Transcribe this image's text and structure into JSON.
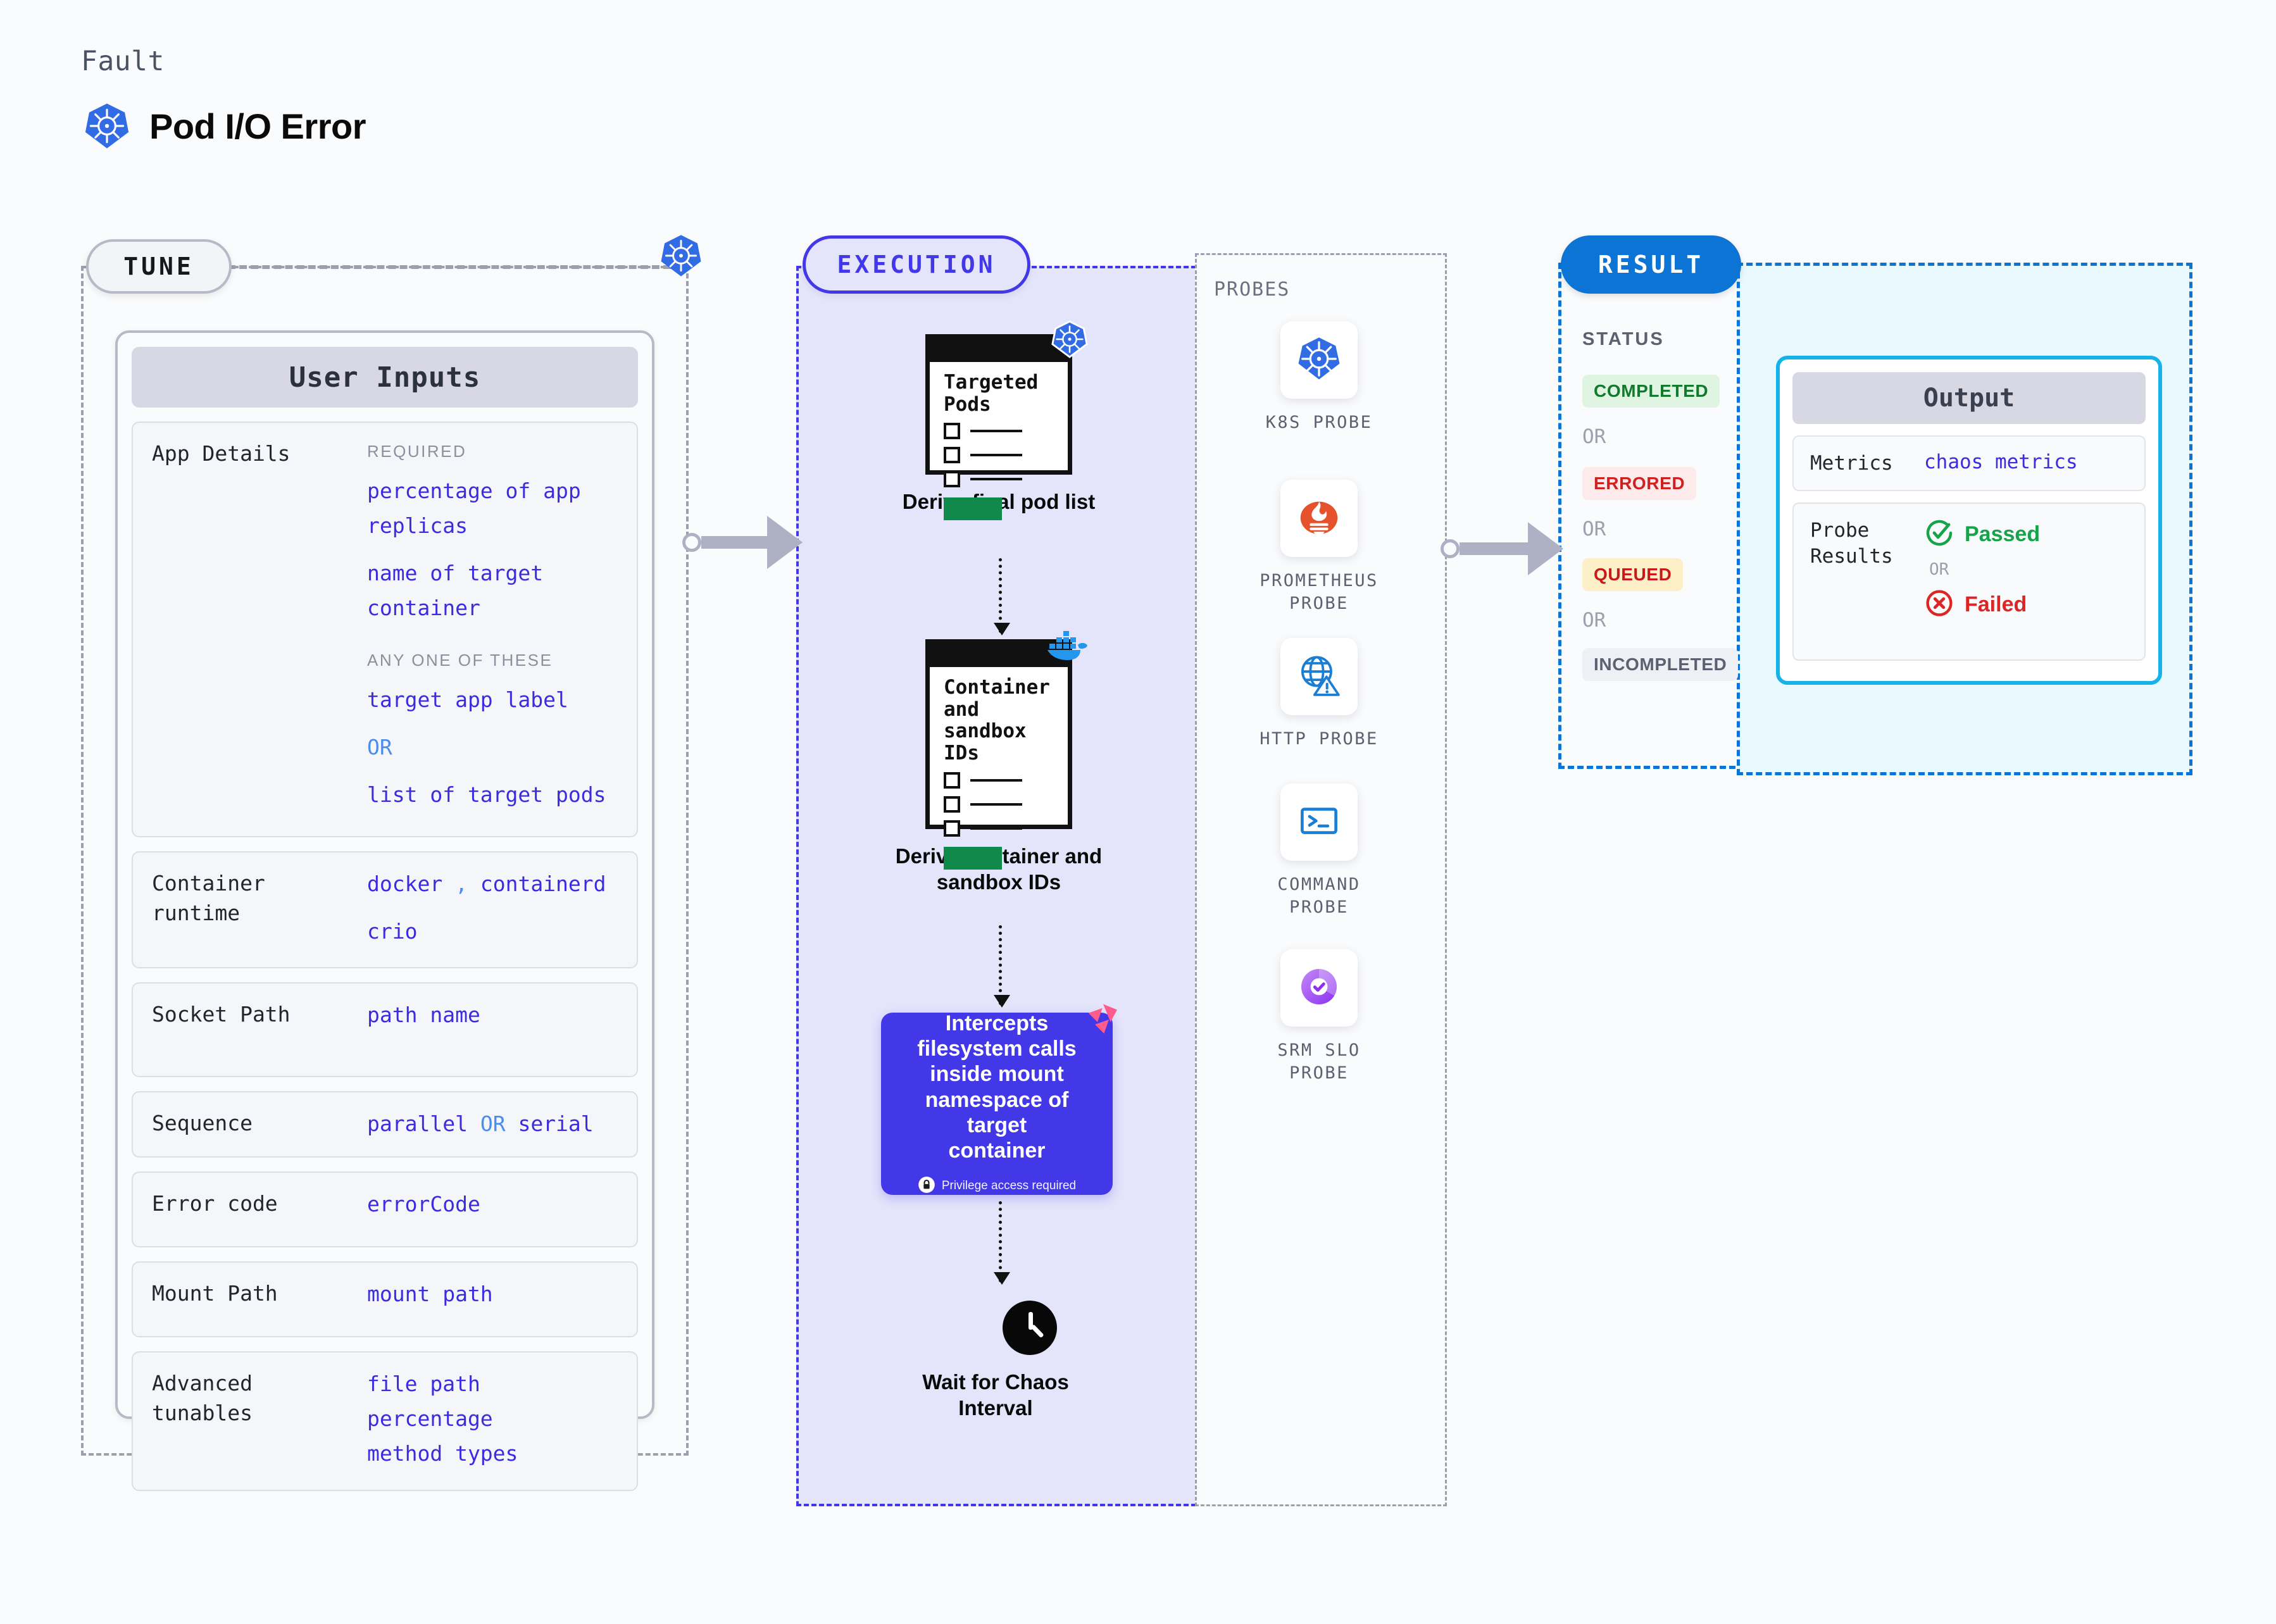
{
  "header": {
    "kicker": "Fault",
    "title": "Pod I/O Error",
    "icon": "kubernetes-icon"
  },
  "sections": {
    "tune": {
      "pill_label": "TUNE"
    },
    "execution": {
      "pill_label": "EXECUTION"
    },
    "probes": {
      "title": "PROBES"
    },
    "result": {
      "pill_label": "RESULT"
    }
  },
  "user_inputs": {
    "card_title": "User Inputs",
    "rows": [
      {
        "key": "App Details",
        "groups": [
          {
            "caption": "REQUIRED",
            "values": [
              "percentage of app replicas",
              "name of target container"
            ]
          },
          {
            "caption": "ANY ONE OF THESE",
            "values": [
              "target app label",
              "OR",
              "list of target pods"
            ]
          }
        ]
      },
      {
        "key": "Container runtime",
        "values": [
          "docker , containerd",
          "crio"
        ]
      },
      {
        "key": "Socket Path",
        "values": [
          "path name"
        ]
      },
      {
        "key": "Sequence",
        "values": [
          "parallel OR serial"
        ]
      },
      {
        "key": "Error code",
        "values": [
          "errorCode"
        ]
      },
      {
        "key": "Mount Path",
        "values": [
          "mount path"
        ]
      },
      {
        "key": "Advanced tunables",
        "values": [
          "file path",
          "percentage",
          "method types"
        ]
      }
    ],
    "app_details_key": "App Details",
    "required_caption": "REQUIRED",
    "required_1": "percentage of app",
    "required_1b": "replicas",
    "required_2": "name of target",
    "required_2b": "container",
    "anyone_caption": "ANY ONE OF THESE",
    "anyone_1": "target app label",
    "anyone_or": "OR",
    "anyone_2": "list of target pods",
    "runtime_key": "Container runtime",
    "runtime_v1a": "docker",
    "runtime_comma": ",",
    "runtime_v1b": "containerd",
    "runtime_v2": "crio",
    "socket_key": "Socket Path",
    "socket_val": "path name",
    "sequence_key": "Sequence",
    "sequence_a": "parallel",
    "sequence_or": "OR",
    "sequence_b": "serial",
    "errorcode_key": "Error code",
    "errorcode_val": "errorCode",
    "mountpath_key": "Mount Path",
    "mountpath_val": "mount path",
    "advanced_key": "Advanced tunables",
    "advanced_1": "file path",
    "advanced_2": "percentage",
    "advanced_3": "method types"
  },
  "execution_flow": {
    "step1": {
      "card_title_line1": "Targeted",
      "card_title_line2": "Pods",
      "label": "Derive final pod list",
      "badge_icon": "kubernetes-icon"
    },
    "step2": {
      "card_title_line1": "Container",
      "card_title_line2": "and",
      "card_title_line3": "sandbox",
      "card_title_line4": "IDs",
      "label_line1": "Derive container and",
      "label_line2": "sandbox IDs",
      "badge_icon": "docker-icon"
    },
    "step3": {
      "text_line1": "Intercepts",
      "text_line2": "filesystem calls",
      "text_line3": "inside mount",
      "text_line4": "namespace of target",
      "text_line5": "container",
      "privilege_note": "Privilege access required",
      "privilege_icon": "lock-icon",
      "corner_icon": "litmus-icon"
    },
    "step4": {
      "icon": "clock-icon",
      "label_line1": "Wait for Chaos",
      "label_line2": "Interval"
    }
  },
  "probes": [
    {
      "icon": "kubernetes-icon",
      "label_line1": "K8S  PROBE",
      "label_line2": ""
    },
    {
      "icon": "prometheus-icon",
      "label_line1": "PROMETHEUS",
      "label_line2": "PROBE"
    },
    {
      "icon": "http-globe-icon",
      "label_line1": "HTTP  PROBE",
      "label_line2": ""
    },
    {
      "icon": "terminal-icon",
      "label_line1": "COMMAND",
      "label_line2": "PROBE"
    },
    {
      "icon": "srm-slo-icon",
      "label_line1": "SRM  SLO",
      "label_line2": "PROBE"
    }
  ],
  "result": {
    "status_title": "STATUS",
    "statuses": [
      {
        "label": "COMPLETED",
        "bg": "#dff5e1",
        "fg": "#127a2e"
      },
      {
        "label": "ERRORED",
        "bg": "#fdeaea",
        "fg": "#d02121"
      },
      {
        "label": "QUEUED",
        "bg": "#fdf0c9",
        "fg": "#c61a1a"
      },
      {
        "label": "INCOMPLETED",
        "bg": "#eff0f5",
        "fg": "#5b6170"
      }
    ],
    "or_label": "OR"
  },
  "output": {
    "card_title": "Output",
    "metrics_key": "Metrics",
    "metrics_val": "chaos metrics",
    "probe_key_line1": "Probe",
    "probe_key_line2": "Results",
    "passed_label": "Passed",
    "passed_icon": "check-circle-icon",
    "or_label": "OR",
    "failed_label": "Failed",
    "failed_icon": "x-circle-icon"
  },
  "colors": {
    "accent_purple": "#4338e8",
    "accent_blue": "#0b74d4",
    "accent_cyan": "#14b3e8",
    "k8s_blue": "#326ce5",
    "docker_blue": "#2396ed",
    "prometheus_orange": "#e6522c",
    "litmus_pink": "#ff5c8d",
    "green": "#16a34a",
    "red": "#dc2626"
  }
}
